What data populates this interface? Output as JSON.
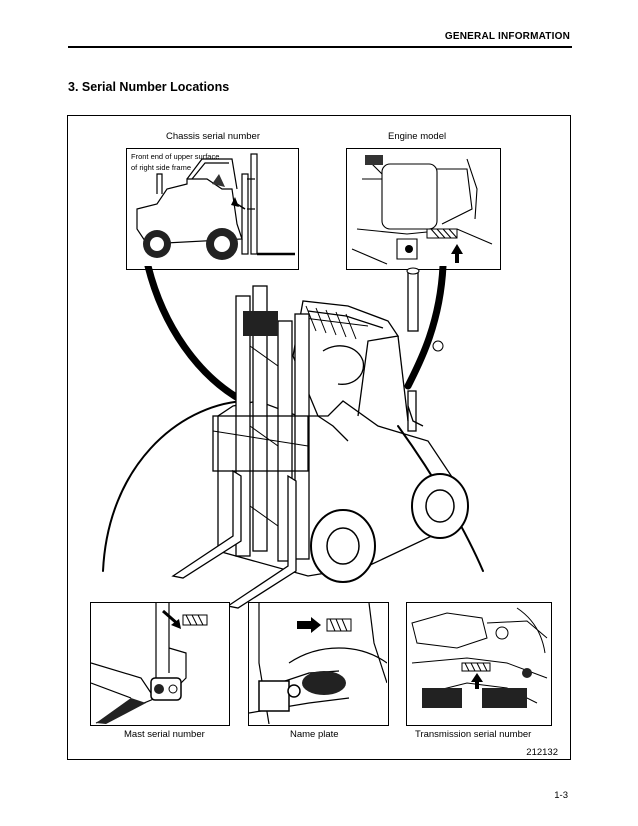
{
  "header": {
    "section": "GENERAL INFORMATION"
  },
  "section": {
    "title": "3. Serial Number Locations"
  },
  "figure": {
    "labels": {
      "chassis": "Chassis serial number",
      "engine": "Engine model",
      "mast": "Mast serial number",
      "name_plate": "Name plate",
      "transmission": "Transmission serial number"
    },
    "note_line1": "Front end of upper surface",
    "note_line2": "of right side frame",
    "figure_id": "212132"
  },
  "footer": {
    "page": "1-3"
  }
}
